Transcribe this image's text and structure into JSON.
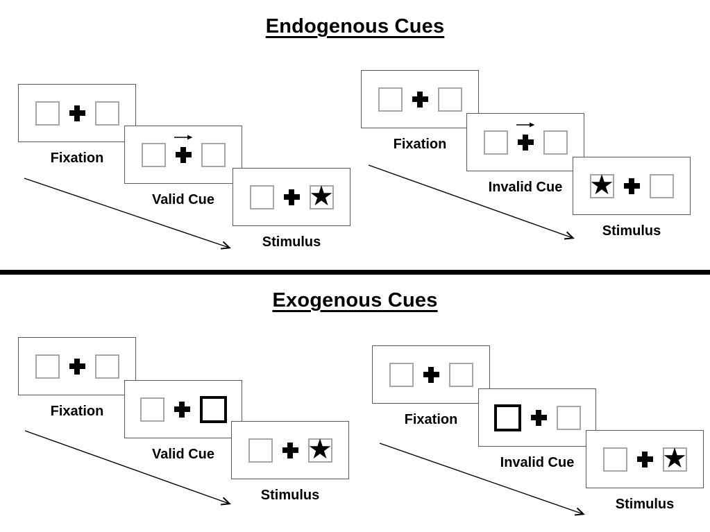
{
  "sections": [
    {
      "id": "endogenous",
      "title": "Endogenous Cues",
      "groups": [
        {
          "id": "endogenous-valid",
          "panels": [
            {
              "label": "Fixation",
              "kind": "fixation"
            },
            {
              "label": "Valid Cue",
              "kind": "arrow-cue",
              "cue_direction": "right"
            },
            {
              "label": "Stimulus",
              "kind": "stimulus",
              "target_side": "right"
            }
          ]
        },
        {
          "id": "endogenous-invalid",
          "panels": [
            {
              "label": "Fixation",
              "kind": "fixation"
            },
            {
              "label": "Invalid Cue",
              "kind": "arrow-cue",
              "cue_direction": "right"
            },
            {
              "label": "Stimulus",
              "kind": "stimulus",
              "target_side": "left"
            }
          ]
        }
      ]
    },
    {
      "id": "exogenous",
      "title": "Exogenous Cues",
      "groups": [
        {
          "id": "exogenous-valid",
          "panels": [
            {
              "label": "Fixation",
              "kind": "fixation"
            },
            {
              "label": "Valid Cue",
              "kind": "box-cue",
              "cue_side": "right"
            },
            {
              "label": "Stimulus",
              "kind": "stimulus",
              "target_side": "right"
            }
          ]
        },
        {
          "id": "exogenous-invalid",
          "panels": [
            {
              "label": "Fixation",
              "kind": "fixation"
            },
            {
              "label": "Invalid Cue",
              "kind": "box-cue",
              "cue_side": "left"
            },
            {
              "label": "Stimulus",
              "kind": "stimulus",
              "target_side": "right"
            }
          ]
        }
      ]
    }
  ],
  "glyphs": {
    "star": "★"
  },
  "colors": {
    "ink": "#000000",
    "panel_border": "#595959",
    "square_border": "#a6a6a6"
  }
}
